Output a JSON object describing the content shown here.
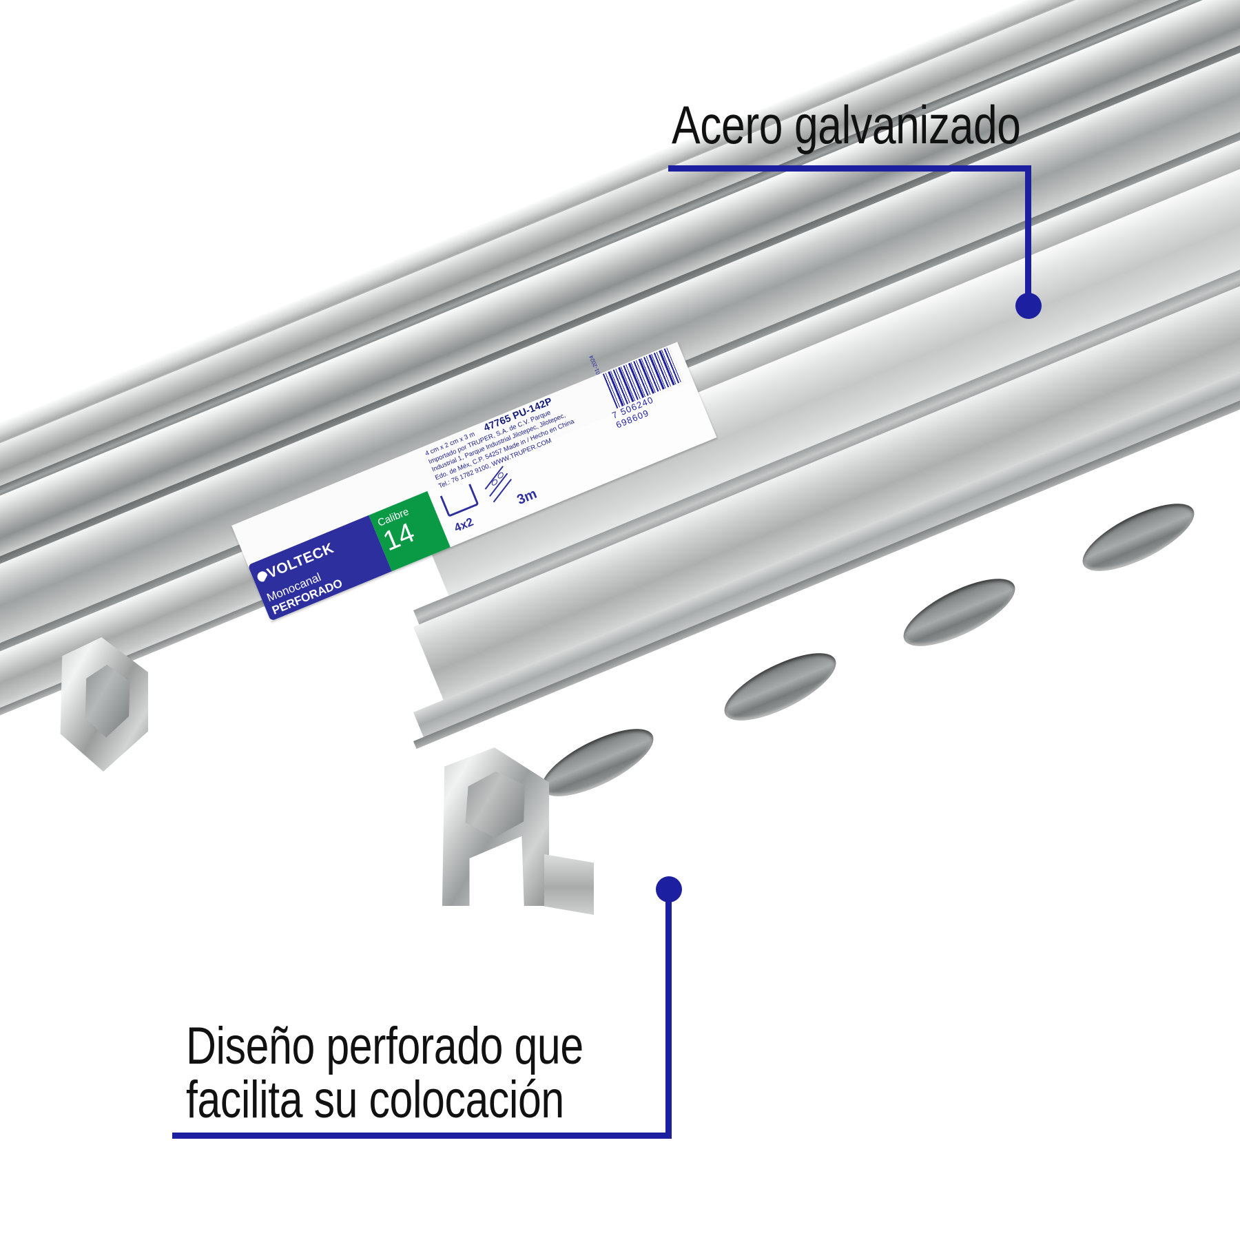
{
  "image": {
    "kind": "product-photo-with-callouts",
    "background": "#ffffff",
    "accent_color": "#1c1fa0"
  },
  "callouts": [
    {
      "id": "top",
      "text": "Acero galvanizado",
      "underline_color": "#1c1fa0",
      "leader": "vertical-down-to-dot",
      "target": "upper-galvanized-steel-channel"
    },
    {
      "id": "bottom",
      "line1": "Diseño perforado que",
      "line2": "facilita su colocación",
      "underline_color": "#1c1fa0",
      "leader": "vertical-up-to-dot",
      "target": "oblong-slot-perforation"
    }
  ],
  "product": {
    "brand": "VOLTECK",
    "brand_suffix": ".",
    "name_prefix": "Monocanal ",
    "name_bold": "PERFORADO",
    "gauge_label": "Calibre",
    "gauge_value": "14",
    "size_icon_label": "4x2",
    "length_icon_label": "3m",
    "sku": "47765 PU-142P",
    "barcode_digits": "7  506240  698609",
    "date_code": "01-2024",
    "fineprint_lines": [
      "4 cm x 2 cm x 3 m",
      "Importado por TRUPER, S.A. de C.V. Parque",
      "Industrial 1, Parque Industrial Jilotepec, Jilotepec,",
      "Edo. de Méx, C.P. 54257 Made in / Hecho en China",
      "Tel.: 76 1782 9100,  WWW.TRUPER.COM"
    ]
  },
  "label_colors": {
    "blue": "#2d2f9e",
    "green": "#0a9a46",
    "white": "#fbfbfb"
  },
  "channels": [
    {
      "id": "upper",
      "type": "solid-strut-channel",
      "finish": "galvanized-steel"
    },
    {
      "id": "lower",
      "type": "perforated-strut-channel",
      "finish": "galvanized-steel",
      "slot_count": 4
    }
  ]
}
